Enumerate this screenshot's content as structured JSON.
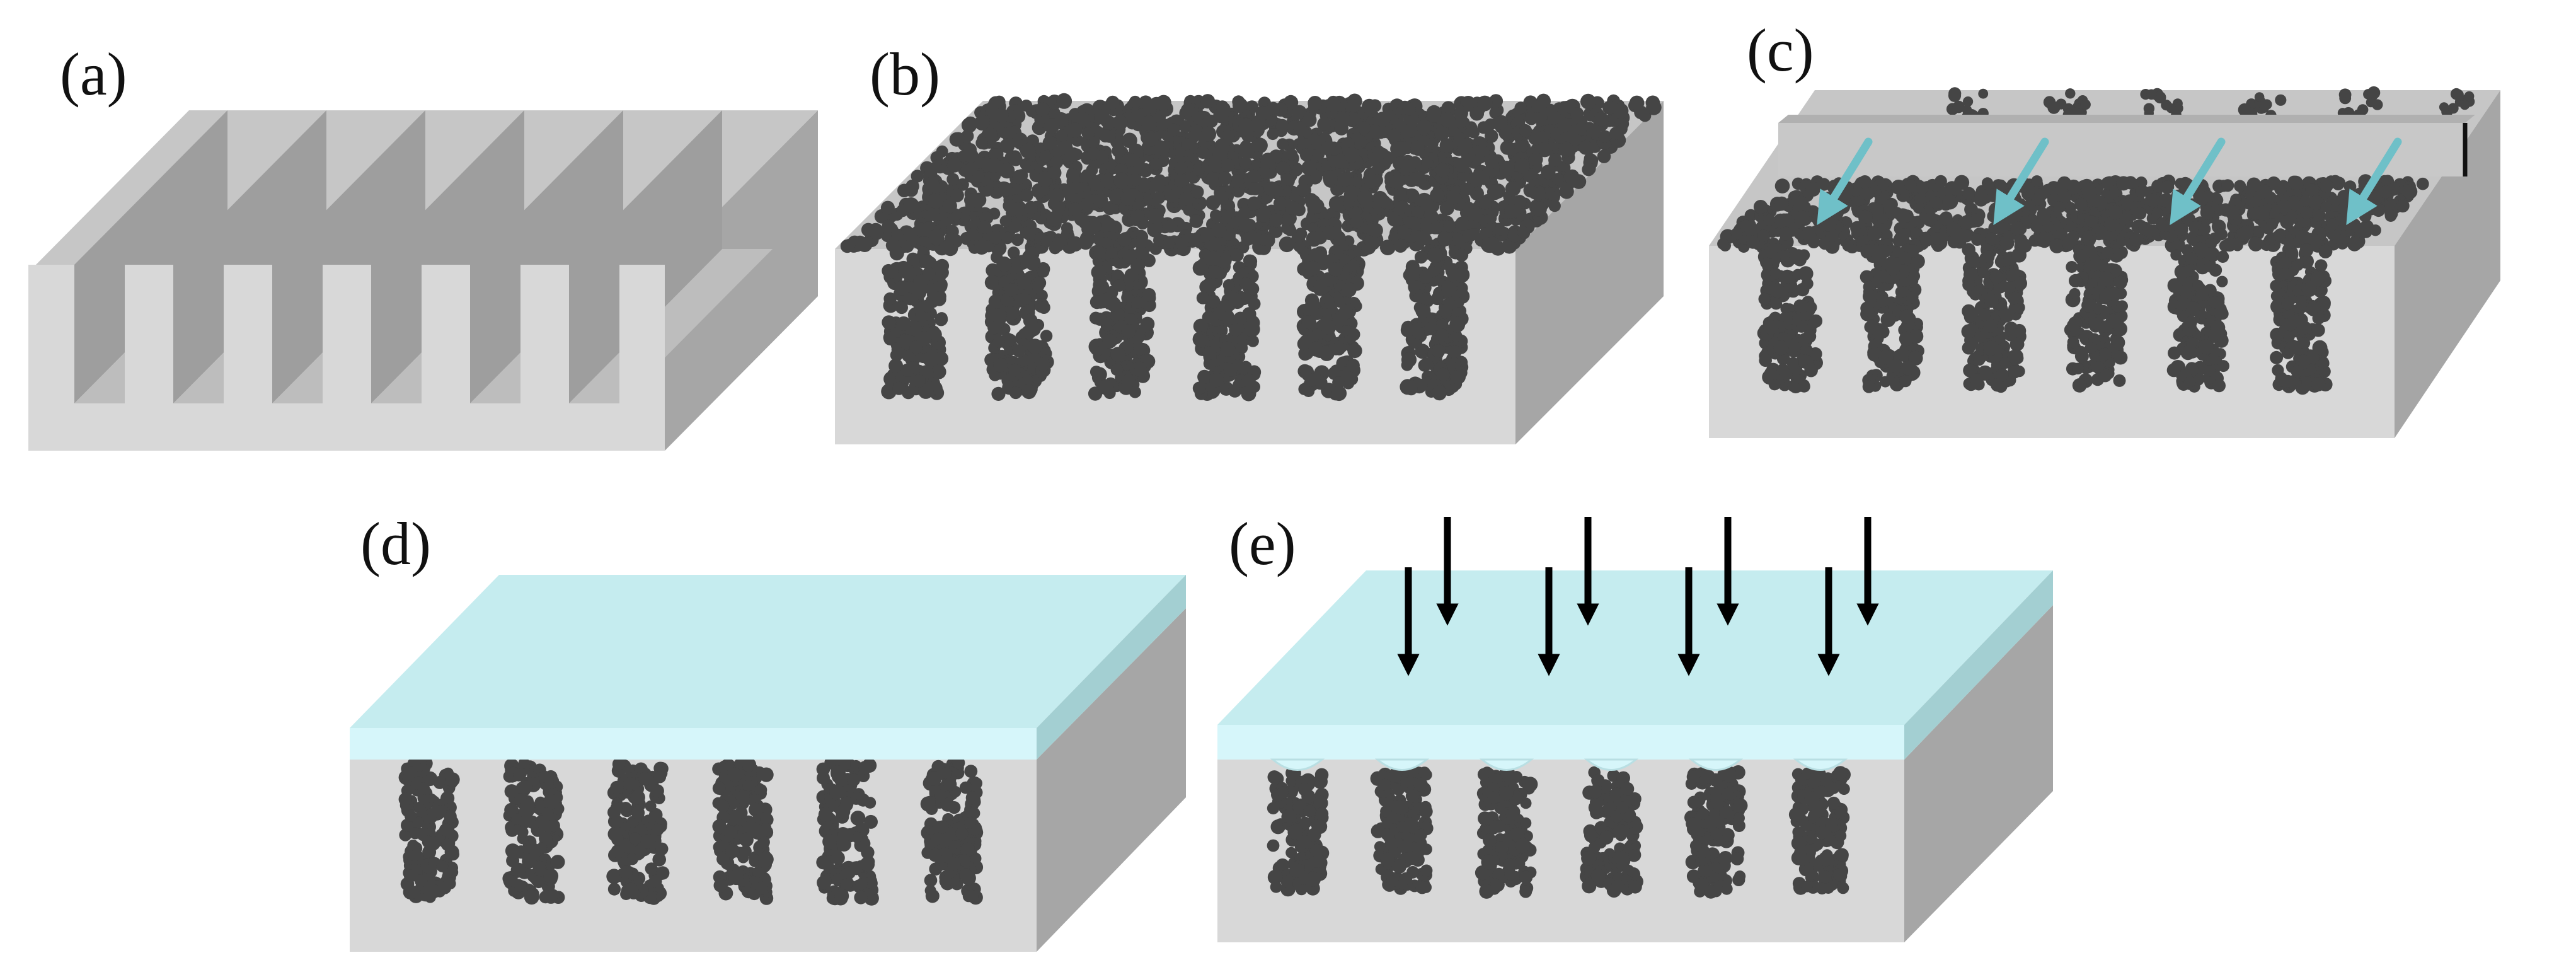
{
  "panels": [
    {
      "id": "a",
      "label": "(a)"
    },
    {
      "id": "b",
      "label": "(b)"
    },
    {
      "id": "c",
      "label": "(c)"
    },
    {
      "id": "d",
      "label": "(d)"
    },
    {
      "id": "e",
      "label": "(e)"
    }
  ],
  "colors": {
    "front": "#d8d8d8",
    "top": "#c6c6c6",
    "side": "#a6a6a6",
    "groove_wall": "#9e9e9e",
    "groove_floor": "#bdbdbd",
    "particle": "#454545",
    "film_top": "#c5ecef",
    "film_front": "#d6f6fa",
    "film_side": "#a3cfd2",
    "blade": "#c8c8c8",
    "blade_edge": "#111111",
    "scrape_arrow": "#6fc0c8",
    "press_arrow": "#000000"
  },
  "icons": {
    "scrape_arrow": "diagonal-arrow-icon",
    "press_arrow": "down-arrow-icon"
  }
}
